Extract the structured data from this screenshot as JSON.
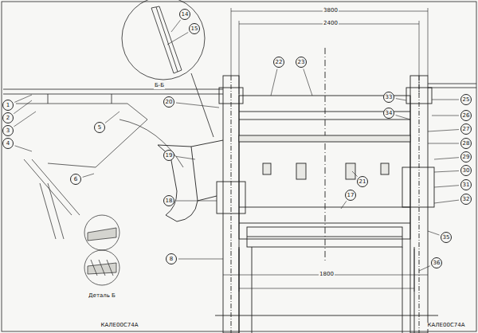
{
  "diagram": {
    "nodes": [
      {
        "text": [
          "14"
        ]
      },
      {
        "text": [
          "15"
        ]
      },
      {
        "text": [
          "22"
        ]
      },
      {
        "text": [
          "23"
        ]
      },
      {
        "text": [
          "1"
        ]
      },
      {
        "text": [
          "2"
        ]
      },
      {
        "text": [
          "3"
        ]
      },
      {
        "text": [
          "20"
        ]
      },
      {
        "text": [
          "33"
        ]
      },
      {
        "text": [
          "25"
        ]
      },
      {
        "text": [
          "34"
        ]
      },
      {
        "text": [
          "26"
        ]
      },
      {
        "text": [
          "27"
        ]
      },
      {
        "text": [
          "5"
        ]
      },
      {
        "text": [
          "28"
        ]
      },
      {
        "text": [
          "4"
        ]
      },
      {
        "text": [
          "19"
        ]
      },
      {
        "text": [
          "29"
        ]
      },
      {
        "text": [
          "30"
        ]
      },
      {
        "text": [
          "21"
        ]
      },
      {
        "text": [
          "6"
        ]
      },
      {
        "text": [
          "31"
        ]
      },
      {
        "text": [
          "17"
        ]
      },
      {
        "text": [
          "18"
        ]
      },
      {
        "text": [
          "32"
        ]
      },
      {
        "text": [
          "35"
        ]
      },
      {
        "text": [
          "8"
        ]
      },
      {
        "text": [
          "36"
        ]
      }
    ],
    "labels": [
      "3800",
      "2400",
      "Б-Б",
      "1800",
      "Деталь Б",
      "КАЛЕ00С74А",
      "КАЛЕ00С74А"
    ]
  }
}
